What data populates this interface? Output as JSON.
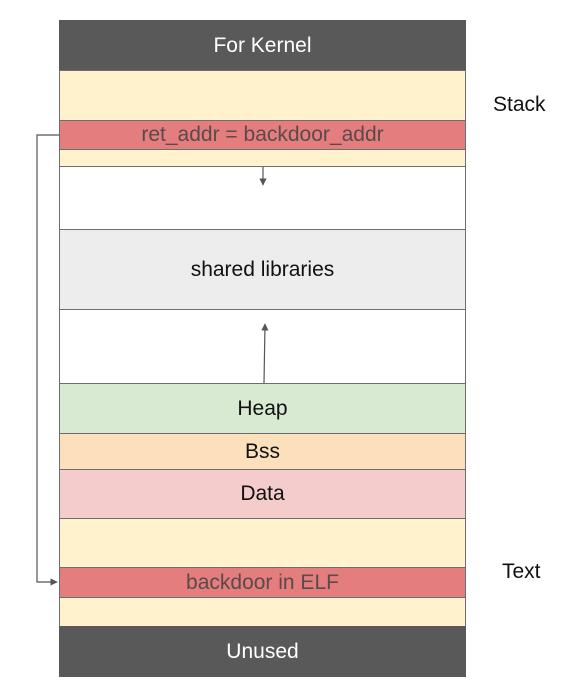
{
  "blocks": {
    "kernel": "For Kernel",
    "ret_addr": "ret_addr = backdoor_addr",
    "shared": "shared libraries",
    "heap": "Heap",
    "bss": "Bss",
    "data": "Data",
    "backdoor": "backdoor in ELF",
    "unused": "Unused"
  },
  "labels": {
    "stack": "Stack",
    "text": "Text"
  },
  "colors": {
    "dark": "#595959",
    "stack_region": "#fff2cc",
    "highlight": "#e47d7d",
    "shared": "#ededed",
    "heap": "#d9ead3",
    "bss": "#fce0bb",
    "data": "#f4cccc"
  }
}
